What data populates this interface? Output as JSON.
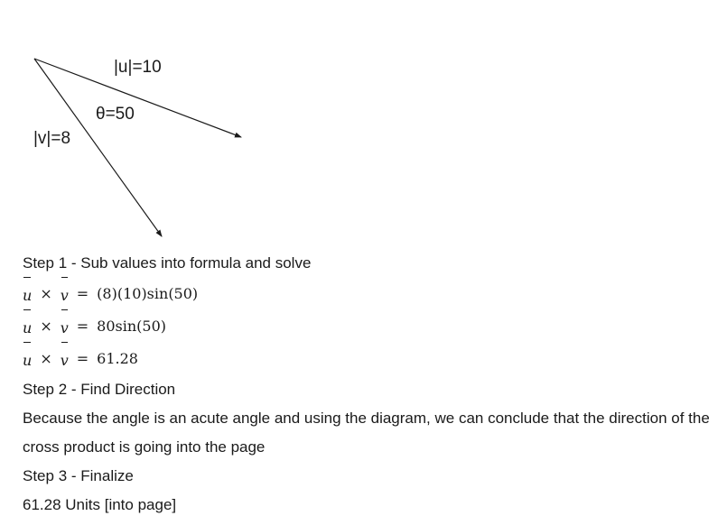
{
  "diagram": {
    "u_label": "|u|=10",
    "theta_label": "θ=50",
    "v_label": "|v|=8"
  },
  "steps": {
    "step1_heading": "Step 1 - Sub values into formula and solve",
    "vector_u": "u",
    "vector_v": "v",
    "cross_symbol": "×",
    "equals_symbol": "=",
    "eq1_rhs": "(8)(10)sin(50)",
    "eq2_rhs": "80sin(50)",
    "eq3_rhs": "61.28",
    "step2_heading": "Step 2 - Find Direction",
    "step2_text": "Because the angle is an acute angle and using the diagram, we can conclude that the direction of the cross product is going into the page",
    "step3_heading": "Step 3 - Finalize",
    "final_answer": "61.28 Units [into page]"
  }
}
